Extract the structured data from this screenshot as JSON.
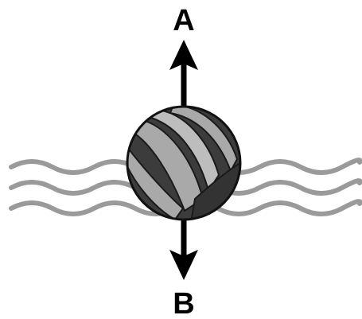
{
  "diagram": {
    "labels": {
      "top": "A",
      "bottom": "B"
    },
    "elements": {
      "ball": "beach-ball",
      "waves": "water-waves",
      "arrow_up_icon": "arrow-up-icon",
      "arrow_down_icon": "arrow-down-icon"
    },
    "colors": {
      "wave": "#9a9a9a",
      "ball_dark": "#3c3c3c",
      "ball_light": "#a9a9a9",
      "arrow": "#000000"
    }
  }
}
